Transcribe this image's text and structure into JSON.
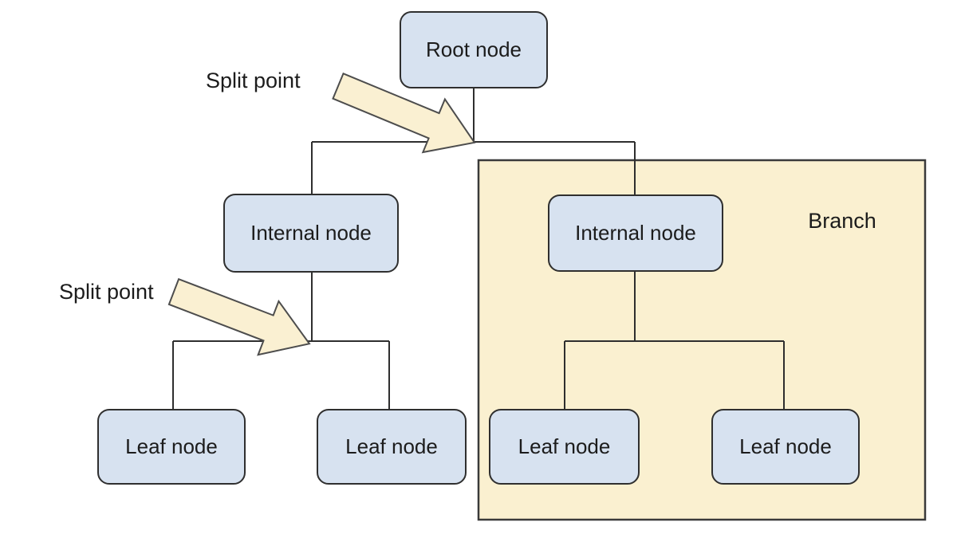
{
  "diagram": {
    "nodes": [
      {
        "id": "root",
        "label": "Root node"
      },
      {
        "id": "internal-left",
        "label": "Internal node"
      },
      {
        "id": "internal-right",
        "label": "Internal node"
      },
      {
        "id": "leaf-1",
        "label": "Leaf node"
      },
      {
        "id": "leaf-2",
        "label": "Leaf node"
      },
      {
        "id": "leaf-3",
        "label": "Leaf node"
      },
      {
        "id": "leaf-4",
        "label": "Leaf node"
      }
    ],
    "annotations": {
      "split_point_top": "Split point",
      "split_point_bottom": "Split point",
      "branch_region": "Branch"
    },
    "colors": {
      "node_fill": "#d7e2f0",
      "node_border": "#2f2f2f",
      "region_fill": "#faf0d0",
      "region_border": "#3a3a3a",
      "arrow_fill": "#faf0d2",
      "arrow_border": "#4d4d4d",
      "edge_line": "#2e2e2e",
      "text": "#1c1c1c",
      "background": "#ffffff"
    }
  }
}
